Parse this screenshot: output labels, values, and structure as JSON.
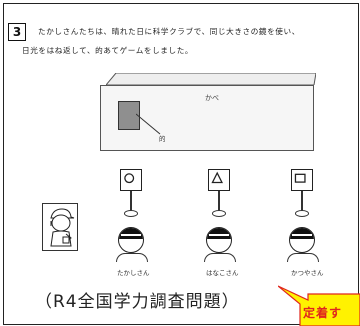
{
  "question": {
    "number": "3",
    "text_line1": "たかしさんたちは、晴れた日に科学クラブで、同じ大きさの鏡を使い、",
    "text_line2": "日光をはね返して、的あてゲームをしました。"
  },
  "figure": {
    "wall_label": "かべ",
    "target_label": "的",
    "participants": [
      {
        "name": "たかしさん",
        "mirror_shape": "circle"
      },
      {
        "name": "はなこさん",
        "mirror_shape": "triangle"
      },
      {
        "name": "かつやさん",
        "mirror_shape": "square"
      }
    ]
  },
  "source_caption": "（R4全国学力調査問題）",
  "callout": {
    "text": "定着す",
    "color": "#e0261d",
    "fill": "#fff200"
  }
}
